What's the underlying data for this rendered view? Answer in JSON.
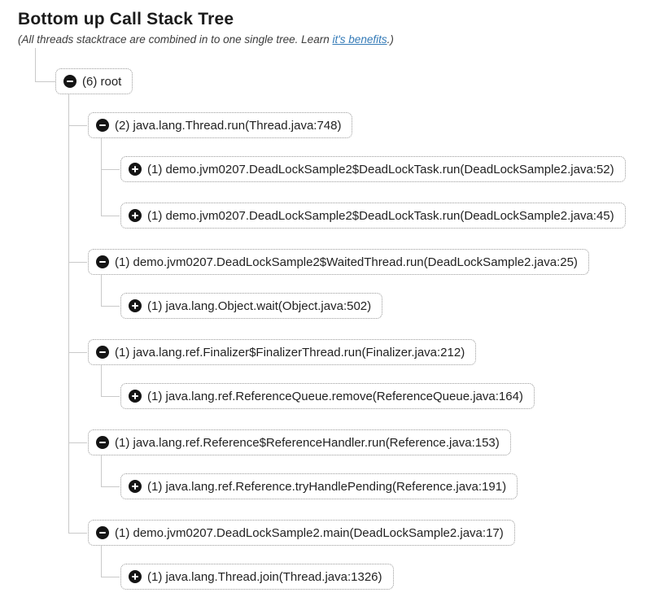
{
  "header": {
    "title": "Bottom up Call Stack Tree",
    "subtitle_prefix": "(All threads stacktrace are combined in to one single tree. Learn ",
    "subtitle_link_text": "it's benefits",
    "subtitle_suffix": ".)"
  },
  "colors": {
    "link": "#337ab7",
    "connector": "#c9c9c9",
    "node_border": "#9b9b9b",
    "icon_bg": "#141414"
  },
  "icons": {
    "expanded": "minus-circle",
    "collapsed": "plus-circle"
  },
  "tree": {
    "label": "(6) root",
    "state": "expanded",
    "children": [
      {
        "label": "(2) java.lang.Thread.run(Thread.java:748)",
        "state": "expanded",
        "children": [
          {
            "label": "(1) demo.jvm0207.DeadLockSample2$DeadLockTask.run(DeadLockSample2.java:52)",
            "state": "collapsed",
            "children": []
          },
          {
            "label": "(1) demo.jvm0207.DeadLockSample2$DeadLockTask.run(DeadLockSample2.java:45)",
            "state": "collapsed",
            "children": []
          }
        ]
      },
      {
        "label": "(1) demo.jvm0207.DeadLockSample2$WaitedThread.run(DeadLockSample2.java:25)",
        "state": "expanded",
        "children": [
          {
            "label": "(1) java.lang.Object.wait(Object.java:502)",
            "state": "collapsed",
            "children": []
          }
        ]
      },
      {
        "label": "(1) java.lang.ref.Finalizer$FinalizerThread.run(Finalizer.java:212)",
        "state": "expanded",
        "children": [
          {
            "label": "(1) java.lang.ref.ReferenceQueue.remove(ReferenceQueue.java:164)",
            "state": "collapsed",
            "children": []
          }
        ]
      },
      {
        "label": "(1) java.lang.ref.Reference$ReferenceHandler.run(Reference.java:153)",
        "state": "expanded",
        "children": [
          {
            "label": "(1) java.lang.ref.Reference.tryHandlePending(Reference.java:191)",
            "state": "collapsed",
            "children": []
          }
        ]
      },
      {
        "label": "(1) demo.jvm0207.DeadLockSample2.main(DeadLockSample2.java:17)",
        "state": "expanded",
        "children": [
          {
            "label": "(1) java.lang.Thread.join(Thread.java:1326)",
            "state": "collapsed",
            "children": []
          }
        ]
      }
    ]
  }
}
